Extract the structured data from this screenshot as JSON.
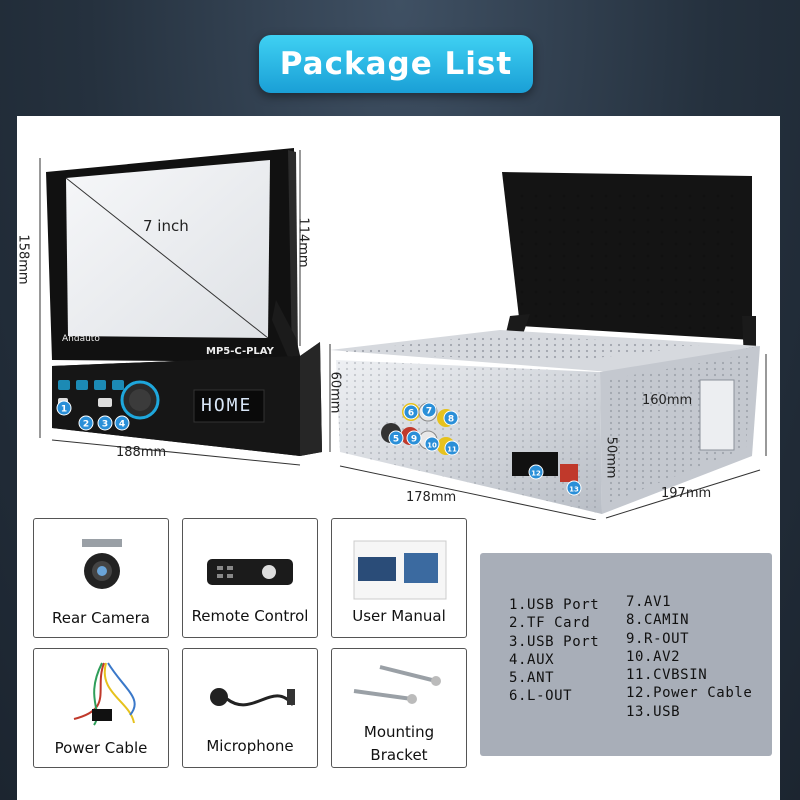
{
  "header": {
    "title": "Package List"
  },
  "product": {
    "screen_label": "7 inch",
    "model_label": "MP5-C-PLAY",
    "brand_label": "Andauto",
    "display_text": "HOME"
  },
  "dimensions": {
    "height_total": "158mm",
    "screen_height": "114mm",
    "front_width": "188mm",
    "front_height": "60mm",
    "body_depth": "160mm",
    "body_height": "50mm",
    "body_width": "178mm",
    "body_length": "197mm"
  },
  "ports_front": [
    "1",
    "2",
    "3",
    "4"
  ],
  "ports_rear": [
    "5",
    "6",
    "7",
    "8",
    "9",
    "10",
    "11",
    "12",
    "13"
  ],
  "accessories": [
    {
      "label": "Rear Camera",
      "icon": "camera-icon"
    },
    {
      "label": "Remote Control",
      "icon": "remote-icon"
    },
    {
      "label": "User Manual",
      "icon": "manual-icon"
    },
    {
      "label": "Power Cable",
      "icon": "cable-icon"
    },
    {
      "label": "Microphone",
      "icon": "microphone-icon"
    },
    {
      "label": "Mounting",
      "label2": "Bracket",
      "icon": "bracket-icon"
    }
  ],
  "legend": {
    "left": [
      "1.USB Port",
      "2.TF Card",
      "3.USB Port",
      "4.AUX",
      "5.ANT",
      "6.L-OUT"
    ],
    "right": [
      "7.AV1",
      "8.CAMIN",
      "9.R-OUT",
      "10.AV2",
      "11.CVBSIN",
      "12.Power Cable",
      "13.USB"
    ]
  },
  "colors": {
    "accent": "#1ea7dc",
    "badge": "#2a8fd8",
    "legend_bg": "#a8aeb8",
    "rca_yellow": "#e6c21d",
    "rca_white": "#e8e8e8",
    "rca_red": "#c0392b"
  }
}
